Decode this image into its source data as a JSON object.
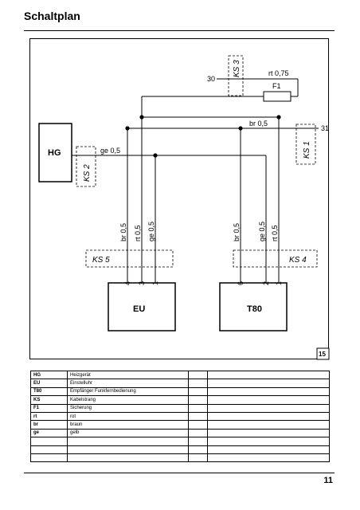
{
  "header": {
    "title": "Schaltplan"
  },
  "diagram": {
    "components": {
      "hg": "HG",
      "eu": "EU",
      "t80": "T80",
      "fuse": "F1"
    },
    "harnesses": {
      "ks1": "KS 1",
      "ks2": "KS 2",
      "ks3": "KS 3",
      "ks4": "KS 4",
      "ks5": "KS 5"
    },
    "terminals": {
      "t30": "30",
      "t31": "31"
    },
    "wires": {
      "rt075": "rt 0,75",
      "br05_top": "br 0,5",
      "ge05_hg": "ge 0,5",
      "eu_br": "br 0,5",
      "eu_rt": "rt 0,5",
      "eu_ge": "ge 0,5",
      "t80_br": "br 0,5",
      "t80_ge": "ge 0,5",
      "t80_rt": "rt 0,5"
    },
    "pins": {
      "eu_4": "4",
      "eu_3": "3",
      "eu_1": "1",
      "t80_6": "6",
      "t80_2": "2",
      "t80_1": "1"
    },
    "figure_number": "15"
  },
  "legend": {
    "rows": [
      {
        "code": "HG",
        "text": "Heizgerät"
      },
      {
        "code": "EU",
        "text": "Einstelluhr"
      },
      {
        "code": "T80",
        "text": "Empfänger Funkfernbedienung"
      },
      {
        "code": "KS",
        "text": "Kabelstrang"
      },
      {
        "code": "F1",
        "text": "Sicherung"
      },
      {
        "code": "rt",
        "text": "rot"
      },
      {
        "code": "br",
        "text": "braun"
      },
      {
        "code": "ge",
        "text": "gelb"
      },
      {
        "code": "",
        "text": ""
      },
      {
        "code": "",
        "text": ""
      },
      {
        "code": "",
        "text": ""
      }
    ]
  },
  "footer": {
    "page_number": "11"
  }
}
